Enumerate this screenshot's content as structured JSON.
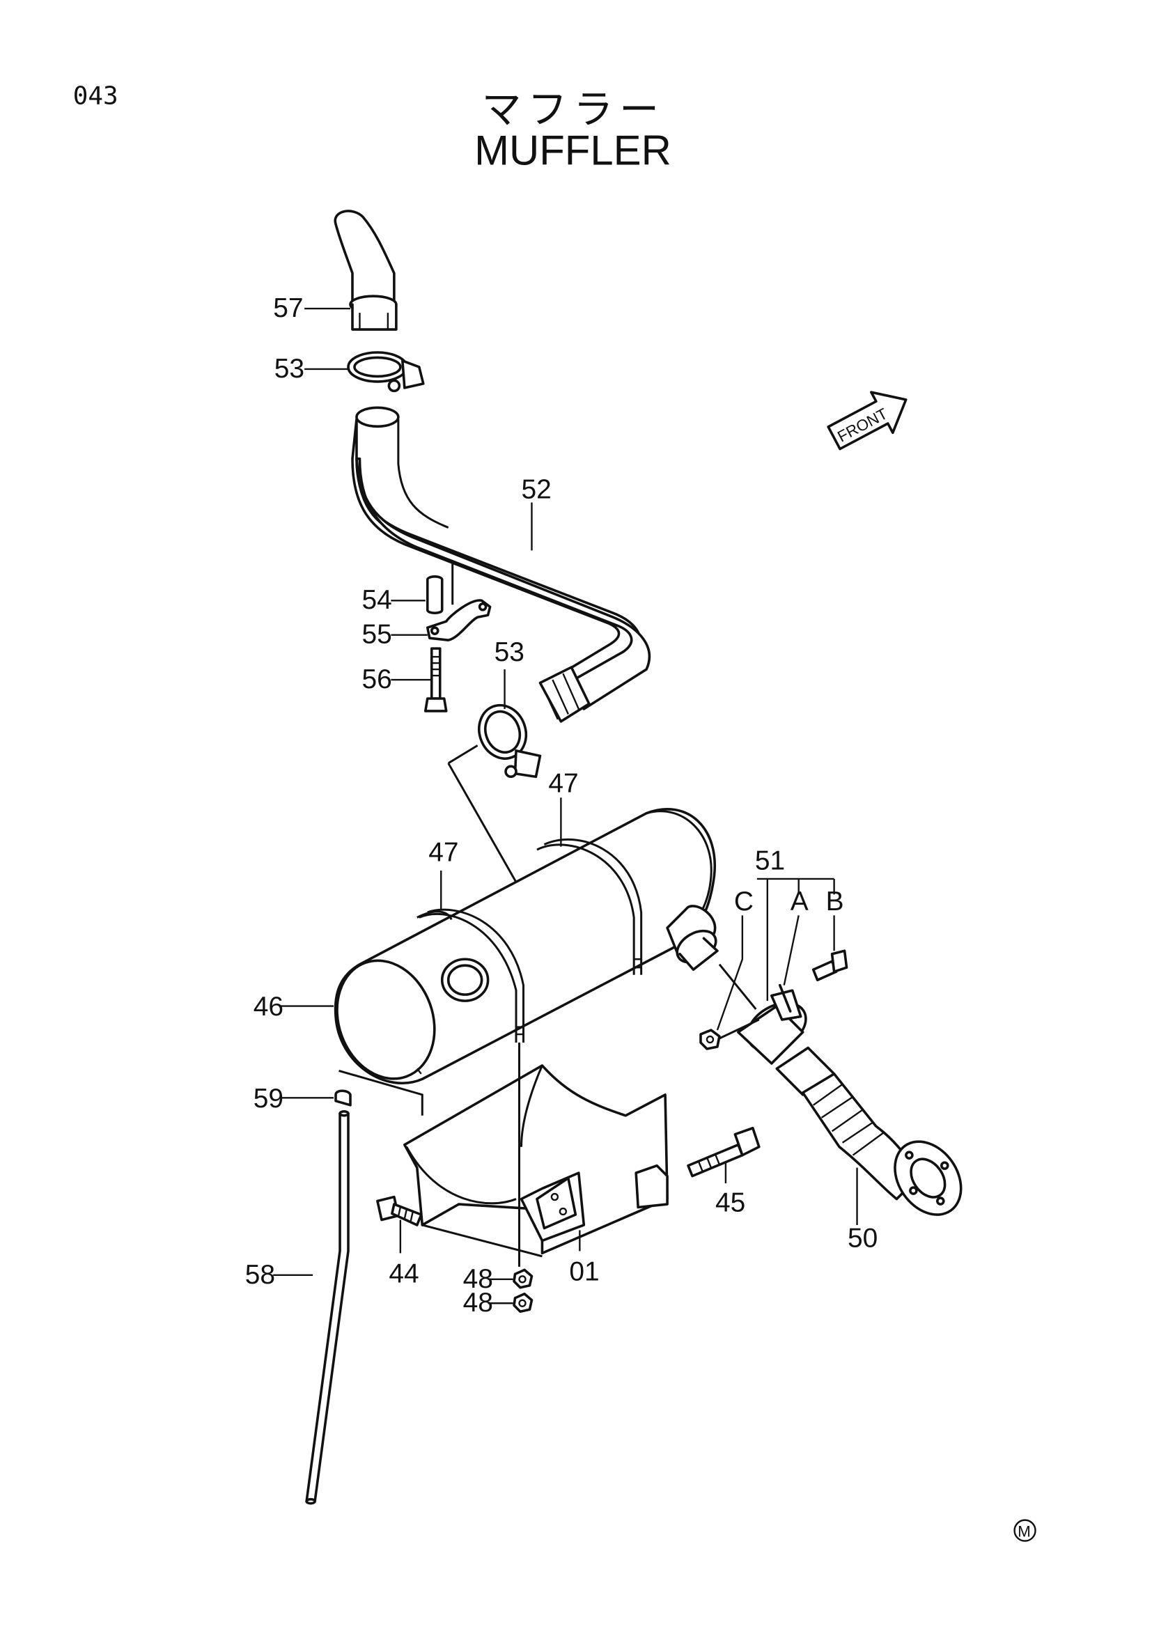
{
  "page": {
    "code": "043",
    "title_jp": "マフラー",
    "title_en": "MUFFLER",
    "front_label": "FRONT",
    "mark": "M"
  },
  "callouts": {
    "c57": "57",
    "c53a": "53",
    "c52": "52",
    "c54": "54",
    "c55": "55",
    "c56": "56",
    "c53b": "53",
    "c47a": "47",
    "c47b": "47",
    "c51": "51",
    "cC": "C",
    "cA": "A",
    "cB": "B",
    "c46": "46",
    "c59": "59",
    "c45": "45",
    "c50": "50",
    "c58": "58",
    "c44": "44",
    "c48a": "48",
    "c48b": "48",
    "c01": "01"
  }
}
